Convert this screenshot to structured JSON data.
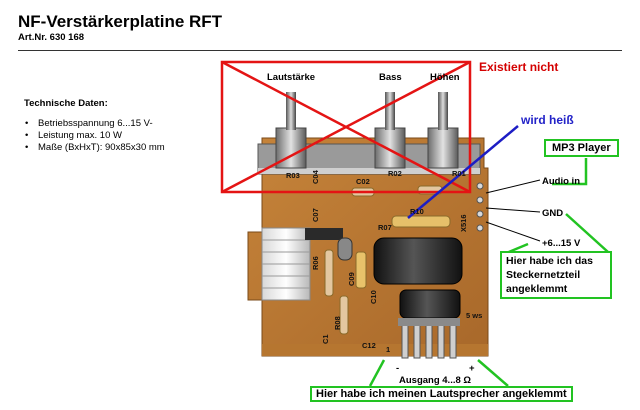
{
  "header": {
    "title": "NF-Verstärkerplatine RFT",
    "article_number": "Art.Nr. 630 168"
  },
  "specs": {
    "heading": "Technische Daten:",
    "items": [
      "Betriebsspannung 6...15 V-",
      "Leistung max. 10 W",
      "Maße (BxHxT): 90x85x30 mm"
    ]
  },
  "potentiometers": {
    "volume_label": "Lautstärke",
    "bass_label": "Bass",
    "treble_label": "Höhen"
  },
  "annotations": {
    "not_existing": "Existiert nicht",
    "gets_hot": "wird heiß",
    "mp3_player": "MP3 Player",
    "audio_in": "Audio in",
    "gnd": "GND",
    "voltage": "+6...15 V",
    "power_supply_note": "Hier habe ich das Steckernetzteil angeklemmt",
    "output": "Ausgang 4...8 Ω",
    "minus": "-",
    "plus": "+",
    "speaker_note": "Hier habe ich meinen Lautsprecher angeklemmt"
  },
  "board_markings": {
    "r03": "R03",
    "c04": "C04",
    "c02": "C02",
    "r02": "R02",
    "r01": "R01",
    "c07": "C07",
    "r10": "R10",
    "r07": "R07",
    "c09": "C09",
    "c10": "C10",
    "r06": "R06",
    "r08": "R08",
    "c12": "C12",
    "c1": "C1",
    "x516": "X516",
    "ws": "5 ws",
    "pin1": "1"
  },
  "colors": {
    "cross_red": "#e41414",
    "hot_arrow_blue": "#1d1dc4",
    "note_green": "#22c322",
    "pcb_brown": "#b9782f"
  }
}
